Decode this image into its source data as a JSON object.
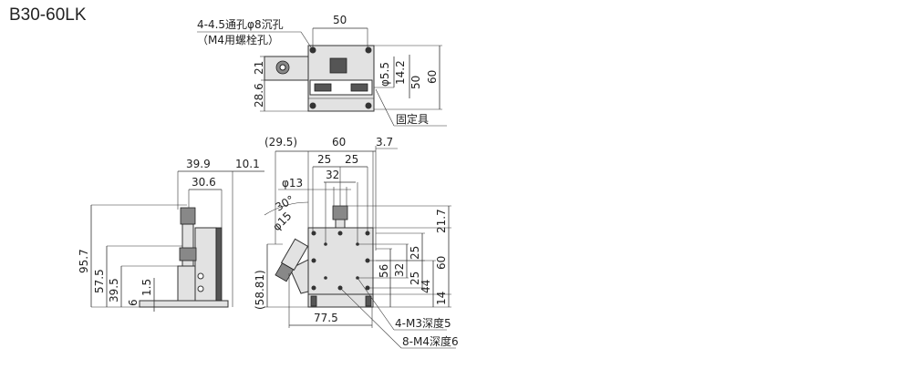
{
  "title": "B30-60LK",
  "top_view": {
    "callout_line1": "4-4.5通孔φ8沉孔",
    "callout_line2": "（M4用螺栓孔）",
    "dim_width": "50",
    "dim_left_a": "28.6",
    "dim_left_b": "21",
    "dim_hole": "φ5.5",
    "dim_r1": "14.2",
    "dim_r2": "50",
    "dim_r3": "60",
    "fixture_label": "固定具"
  },
  "side_view": {
    "dim_top1": "39.9",
    "dim_top2": "10.1",
    "dim_top3": "30.6",
    "dim_h1": "95.7",
    "dim_h2": "57.5",
    "dim_h3": "39.5",
    "dim_h4": "6",
    "dim_h5": "1.5"
  },
  "front_view": {
    "dim_offset": "(29.5)",
    "dim_width": "60",
    "dim_edge": "3.7",
    "dim_pitch_left": "25",
    "dim_pitch_right": "25",
    "dim_32": "32",
    "dim_phi13": "φ13",
    "dim_angle": "30°",
    "dim_phi15": "φ15",
    "dim_height_total": "(58.81)",
    "dim_bottom": "77.5",
    "dim_r_21_7": "21.7",
    "dim_r_25a": "25",
    "dim_r_25b": "25",
    "dim_r_32": "32",
    "dim_r_56": "56",
    "dim_r_44": "44",
    "dim_r_60": "60",
    "dim_r_14": "14",
    "label_m3": "4-M3深度5",
    "label_m4": "8-M4深度6"
  }
}
